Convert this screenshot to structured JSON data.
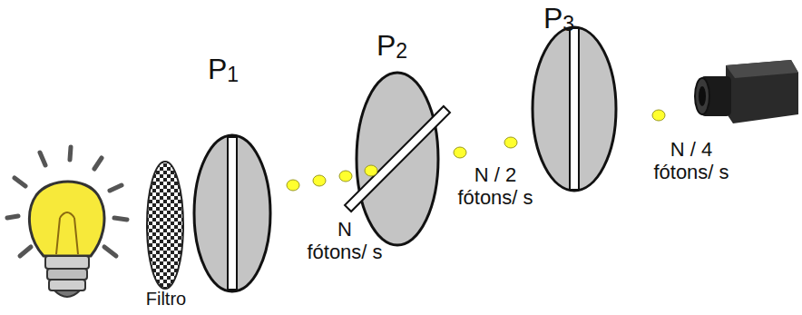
{
  "diagram": {
    "labels": [
      "Filtro",
      "P1",
      "P2",
      "P3",
      "N fótons/ s",
      "N / 2 fótons/ s",
      "N / 4 fótons/ s"
    ]
  }
}
